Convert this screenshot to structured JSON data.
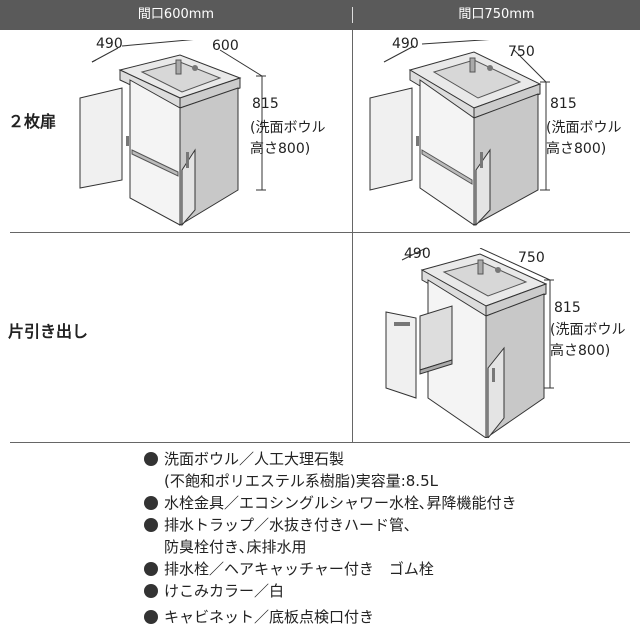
{
  "header": {
    "left": "間口600mm",
    "right": "間口750mm"
  },
  "rows": {
    "two_door": "２枚扉",
    "drawer": "片引き出し"
  },
  "cabinet_600": {
    "depth": "490",
    "width": "600",
    "height": "815",
    "bowl_note_1": "(洗面ボウル",
    "bowl_note_2": "高さ800)"
  },
  "cabinet_750a": {
    "depth": "490",
    "width": "750",
    "height": "815",
    "bowl_note_1": "(洗面ボウル",
    "bowl_note_2": "高さ800)"
  },
  "cabinet_750b": {
    "depth": "490",
    "width": "750",
    "height": "815",
    "bowl_note_1": "(洗面ボウル",
    "bowl_note_2": "高さ800)"
  },
  "specs": [
    "洗面ボウル／人工大理石製",
    "(不飽和ポリエステル系樹脂)実容量:8.5L",
    "水栓金具／エコシングルシャワー水栓､昇降機能付き",
    "排水トラップ／水抜き付きハード管､",
    "防臭栓付き､床排水用",
    "排水栓／ヘアキャッチャー付き　ゴム栓",
    "けこみカラー／白",
    "キャビネット／底板点検口付き"
  ]
}
